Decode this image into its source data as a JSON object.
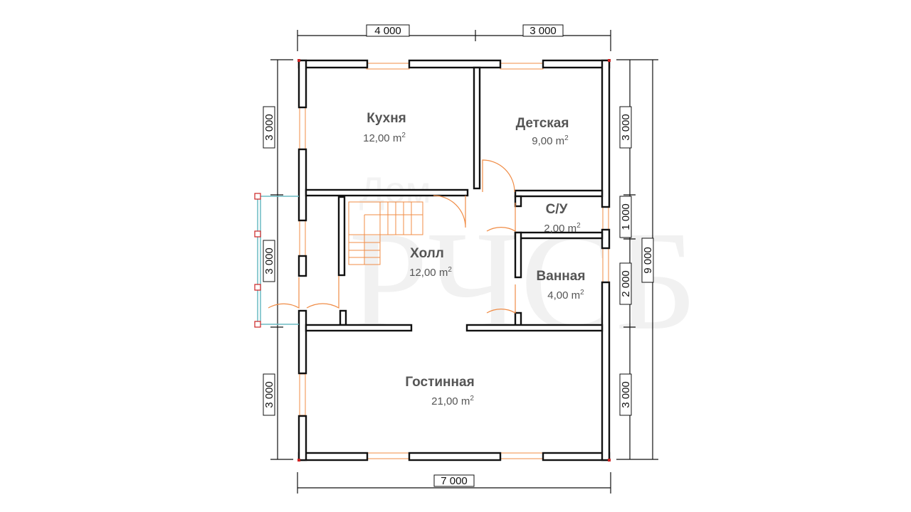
{
  "watermark": {
    "top": "Дом",
    "main": "РЧСБ"
  },
  "dimensions": {
    "top": [
      "4 000",
      "3 000"
    ],
    "bottom": "7 000",
    "left": [
      "3 000",
      "3 000",
      "3 000"
    ],
    "right_inner": [
      "3 000",
      "1 000",
      "2 000",
      "3 000"
    ],
    "right_outer": "9 000"
  },
  "rooms": [
    {
      "name": "Кухня",
      "area": "12,00 m",
      "unit_sup": "2"
    },
    {
      "name": "Детская",
      "area": "9,00 m",
      "unit_sup": "2"
    },
    {
      "name": "С/У",
      "area": "2,00 m",
      "unit_sup": "2"
    },
    {
      "name": "Холл",
      "area": "12,00 m",
      "unit_sup": "2"
    },
    {
      "name": "Ванная",
      "area": "4,00 m",
      "unit_sup": "2"
    },
    {
      "name": "Гостинная",
      "area": "21,00 m",
      "unit_sup": "2"
    }
  ],
  "colors": {
    "wall": "#111111",
    "window": "#f08c46",
    "door": "#f08c46",
    "porch": "#6bbcc4",
    "corner": "#cc2222"
  }
}
